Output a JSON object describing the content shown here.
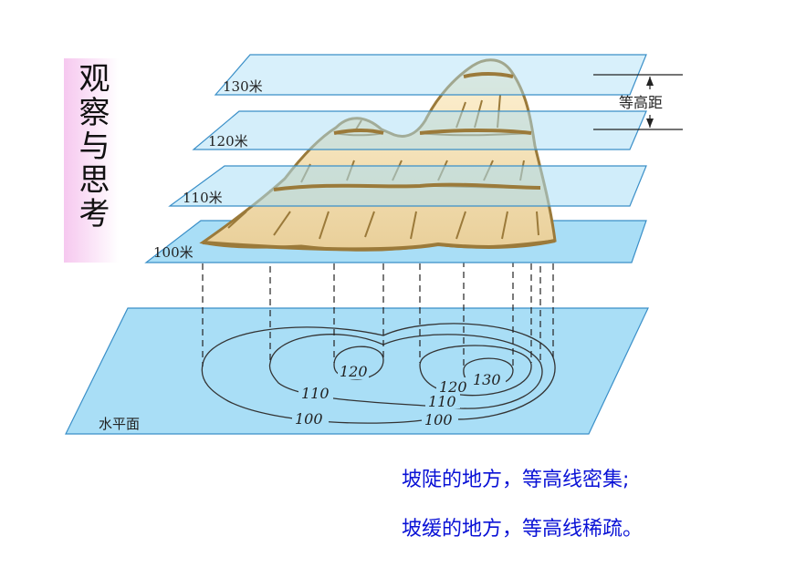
{
  "side_title": "观察与思考",
  "plane_labels": [
    "130米",
    "120米",
    "110米",
    "100米"
  ],
  "horizontal_plane_label": "水平面",
  "interval_label": "等高距",
  "contour_labels": {
    "outer": "100",
    "middle": "110",
    "inner": "120",
    "peak": "130"
  },
  "captions": [
    "坡陡的地方，等高线密集;",
    "坡缓的地方，等高线稀疏。"
  ],
  "colors": {
    "plane_fill": "#a9def6",
    "plane_stroke": "#3a8fc8",
    "mountain": "#9b7a3a",
    "caption": "#0a12d6"
  }
}
